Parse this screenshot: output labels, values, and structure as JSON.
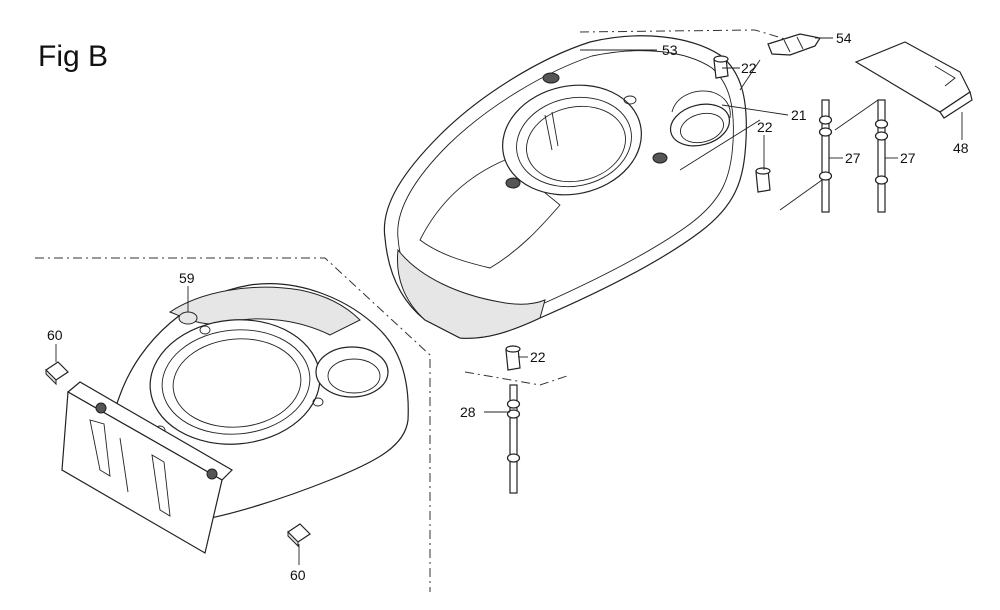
{
  "figure": {
    "title": "Fig B"
  },
  "callouts": [
    {
      "id": "c53",
      "text": "53"
    },
    {
      "id": "c54",
      "text": "54"
    },
    {
      "id": "c22a",
      "text": "22"
    },
    {
      "id": "c21",
      "text": "21"
    },
    {
      "id": "c22b",
      "text": "22"
    },
    {
      "id": "c27a",
      "text": "27"
    },
    {
      "id": "c27b",
      "text": "27"
    },
    {
      "id": "c48",
      "text": "48"
    },
    {
      "id": "c22c",
      "text": "22"
    },
    {
      "id": "c28",
      "text": "28"
    },
    {
      "id": "c59",
      "text": "59"
    },
    {
      "id": "c60a",
      "text": "60"
    },
    {
      "id": "c60b",
      "text": "60"
    }
  ]
}
